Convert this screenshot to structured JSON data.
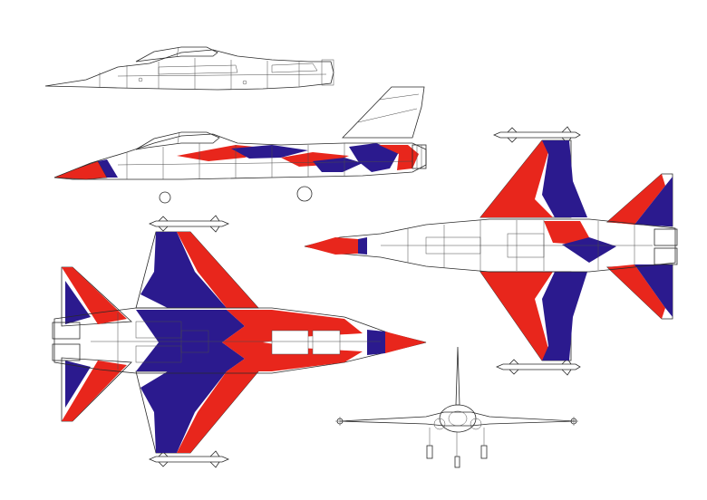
{
  "colors": {
    "background": "#ffffff",
    "outline": "#2a2a2a",
    "red": "#e8261c",
    "blue": "#2b1a8e",
    "body": "#ffffff"
  },
  "views": [
    {
      "id": "side-view-upper",
      "kind": "profile",
      "livery": "unpainted"
    },
    {
      "id": "side-view-lower",
      "kind": "profile",
      "livery": "red-white-blue"
    },
    {
      "id": "top-view",
      "kind": "planform",
      "livery": "red-white-blue",
      "orientation": "nose-left"
    },
    {
      "id": "bottom-view",
      "kind": "planform",
      "livery": "red-white-blue",
      "orientation": "nose-right"
    },
    {
      "id": "front-view",
      "kind": "head-on",
      "livery": "unpainted"
    }
  ]
}
